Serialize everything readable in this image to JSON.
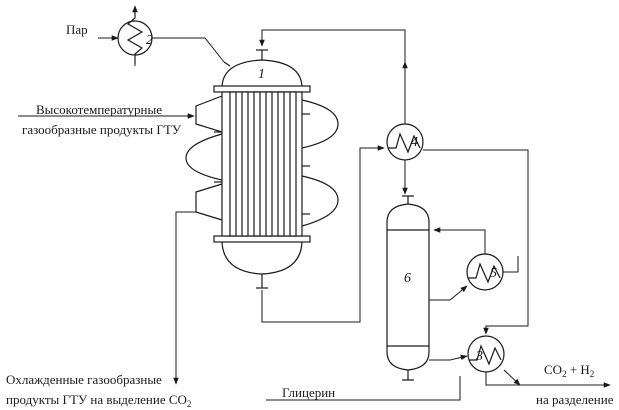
{
  "labels": {
    "steam": "Пар",
    "hot_gas_line1": "Высокотемпературные",
    "hot_gas_line2": "газообразные продукты ГТУ",
    "cooled_gas_line1": "Охлажденные газообразные",
    "cooled_gas_line2_prefix": "продукты ГТУ на выделение CO",
    "cooled_gas_line2_sub": "2",
    "glycerin": "Глицерин",
    "output_co2": "CO",
    "output_co2_sub": "2",
    "output_plus_h": " + H",
    "output_h_sub": "2",
    "to_separation": "на разделение"
  },
  "units": {
    "u1": "1",
    "u2": "2",
    "u3": "3",
    "u4": "4",
    "u5": "5",
    "u6": "6"
  },
  "colors": {
    "line": "#1a1a1a",
    "background": "#ffffff"
  }
}
